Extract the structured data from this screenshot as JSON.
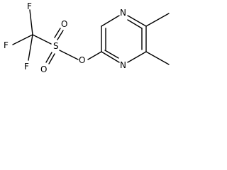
{
  "molecule": {
    "atoms": {
      "f_top": "F",
      "f_left": "F",
      "f_bottom": "F",
      "s": "S",
      "o_top": "O",
      "o_bottom": "O",
      "o_ester": "O",
      "n_top": "N",
      "n_bottom": "N"
    },
    "colors": {
      "ink": "#000000",
      "background": "#ffffff"
    }
  }
}
